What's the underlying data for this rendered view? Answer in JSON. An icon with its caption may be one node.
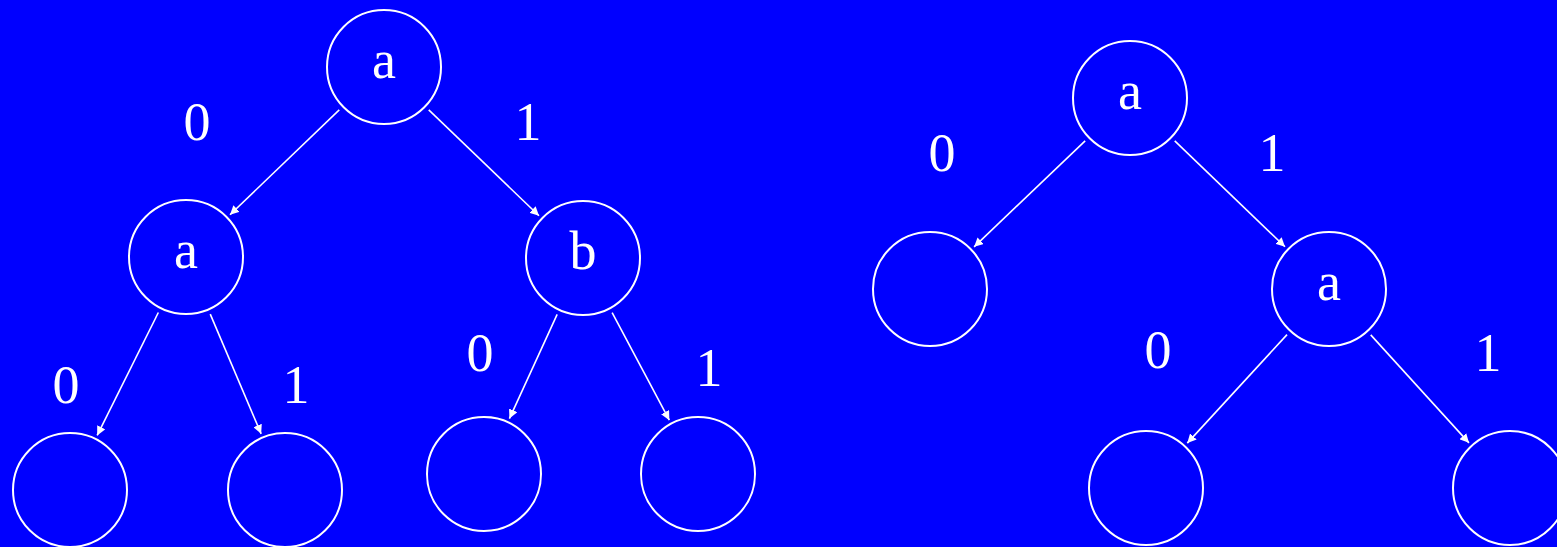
{
  "diagram": {
    "nodes": [
      {
        "text": [
          "a"
        ]
      },
      {
        "text": [
          "a"
        ]
      },
      {
        "text": [
          "b"
        ]
      },
      {
        "text": [],
        "shape": "circle"
      },
      {
        "text": [],
        "shape": "circle"
      },
      {
        "text": [],
        "shape": "circle"
      },
      {
        "text": [],
        "shape": "circle"
      },
      {
        "text": [
          "a"
        ]
      },
      {
        "text": [],
        "shape": "circle"
      },
      {
        "text": [
          "a"
        ]
      },
      {
        "text": [],
        "shape": "circle"
      },
      {
        "text": [],
        "shape": "circle"
      }
    ],
    "edges": [
      {
        "from": 0,
        "to": 1,
        "arrow": "to",
        "label": "0"
      },
      {
        "from": 0,
        "to": 2,
        "arrow": "to",
        "label": "1"
      },
      {
        "from": 1,
        "to": 3,
        "arrow": "to",
        "label": "0"
      },
      {
        "from": 1,
        "to": 4,
        "arrow": "to",
        "label": "1"
      },
      {
        "from": 2,
        "to": 5,
        "arrow": "to",
        "label": "0"
      },
      {
        "from": 2,
        "to": 6,
        "arrow": "to",
        "label": "1"
      },
      {
        "from": 7,
        "to": 8,
        "arrow": "to",
        "label": "0"
      },
      {
        "from": 7,
        "to": 9,
        "arrow": "to",
        "label": "1"
      },
      {
        "from": 9,
        "to": 10,
        "arrow": "to",
        "label": "0"
      },
      {
        "from": 9,
        "to": 11,
        "arrow": "to",
        "label": "1"
      }
    ]
  }
}
